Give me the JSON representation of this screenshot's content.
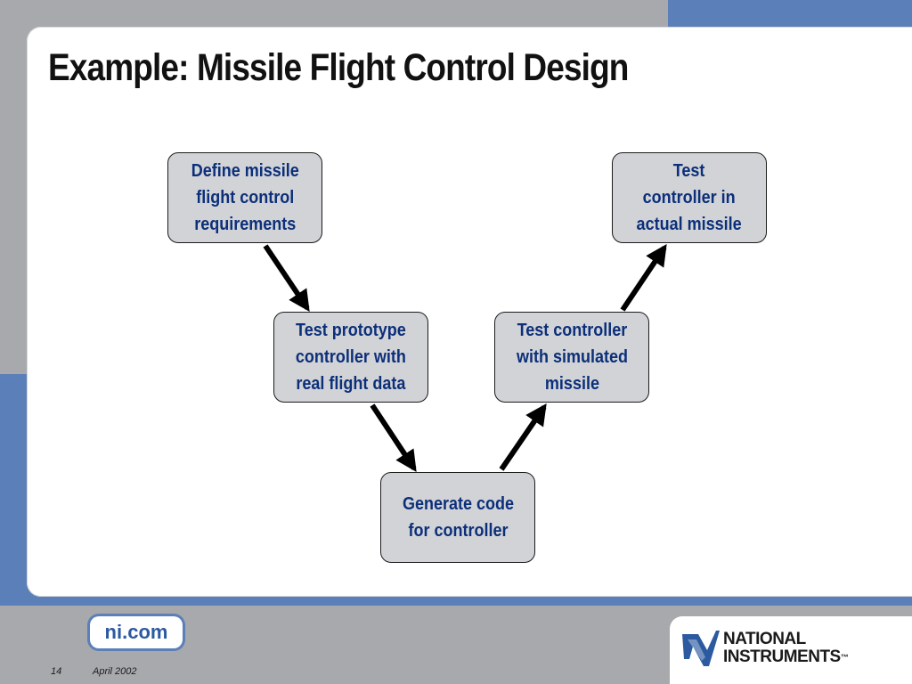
{
  "title": "Example: Missile Flight Control Design",
  "nodes": [
    {
      "id": "n1",
      "label": "Define missile\nflight control\nrequirements"
    },
    {
      "id": "n2",
      "label": "Test prototype\ncontroller with\nreal flight data"
    },
    {
      "id": "n3",
      "label": "Generate code\nfor controller"
    },
    {
      "id": "n4",
      "label": "Test controller\nwith simulated\nmissile"
    },
    {
      "id": "n5",
      "label": "Test\ncontroller in\nactual missile"
    }
  ],
  "edges": [
    {
      "from": "n1",
      "to": "n2"
    },
    {
      "from": "n2",
      "to": "n3"
    },
    {
      "from": "n3",
      "to": "n4"
    },
    {
      "from": "n4",
      "to": "n5"
    }
  ],
  "footer": {
    "ni_com": "ni.com",
    "slide_number": "14",
    "date": "April 2002",
    "logo_line1": "NATIONAL",
    "logo_line2": "INSTRUMENTS",
    "trademark": "™"
  },
  "colors": {
    "accent_blue": "#5b7fb8",
    "node_fill": "#d1d3d6",
    "node_text": "#0c2f7a"
  }
}
